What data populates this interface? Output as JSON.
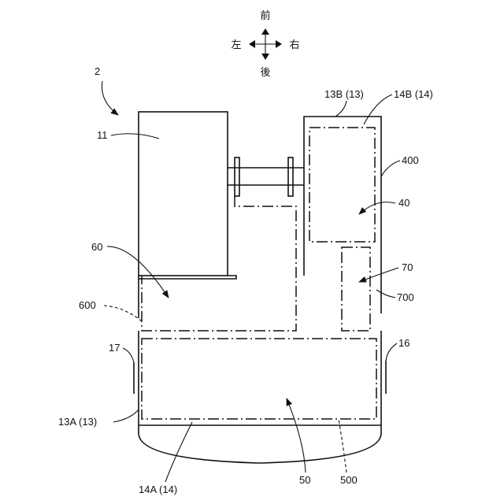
{
  "compass": {
    "front": "前",
    "back": "後",
    "left": "左",
    "right": "右"
  },
  "labels": {
    "fig_ref": "2",
    "l11": "11",
    "l13b": "13B (13)",
    "l14b": "14B (14)",
    "l400": "400",
    "l40": "40",
    "l60": "60",
    "l600": "600",
    "l70": "70",
    "l700": "700",
    "l17": "17",
    "l16": "16",
    "l13a": "13A (13)",
    "l14a": "14A (14)",
    "l50": "50",
    "l500": "500"
  }
}
